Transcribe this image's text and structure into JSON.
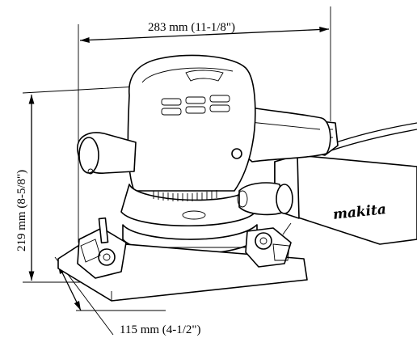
{
  "dimensions": {
    "length": "283 mm (11-1/8\")",
    "height": "219 mm (8-5/8\")",
    "width": "115 mm (4-1/2\")"
  },
  "brand": "makita"
}
